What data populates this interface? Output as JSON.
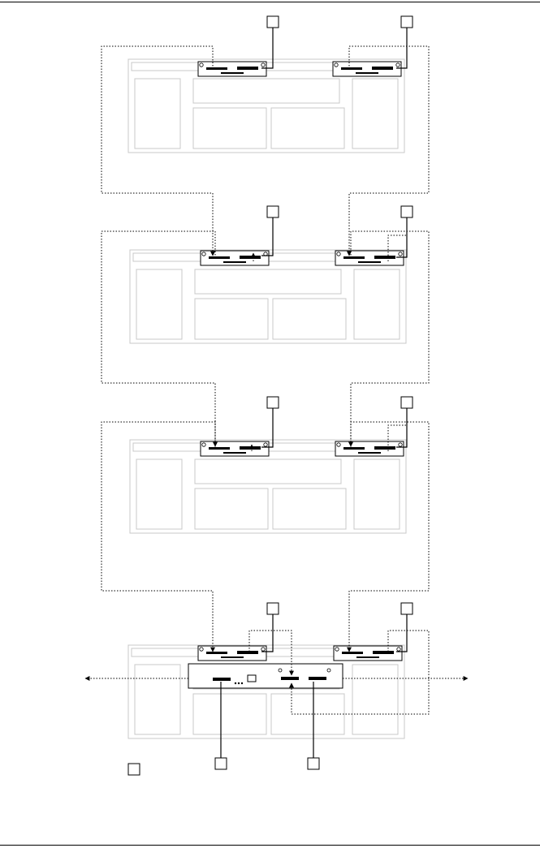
{
  "figure": {
    "title": "",
    "callouts": [
      "",
      "",
      "",
      "",
      "",
      "",
      "",
      "",
      "",
      "",
      ""
    ],
    "legend_key": ""
  },
  "shelves": [
    {
      "id": "enclosure-1",
      "modules": 2
    },
    {
      "id": "enclosure-2",
      "modules": 2
    },
    {
      "id": "enclosure-3",
      "modules": 2
    },
    {
      "id": "controller-enclosure",
      "modules": 3
    }
  ],
  "cabling": {
    "line_style": "dotted",
    "external_ports": [
      "left",
      "right"
    ]
  }
}
